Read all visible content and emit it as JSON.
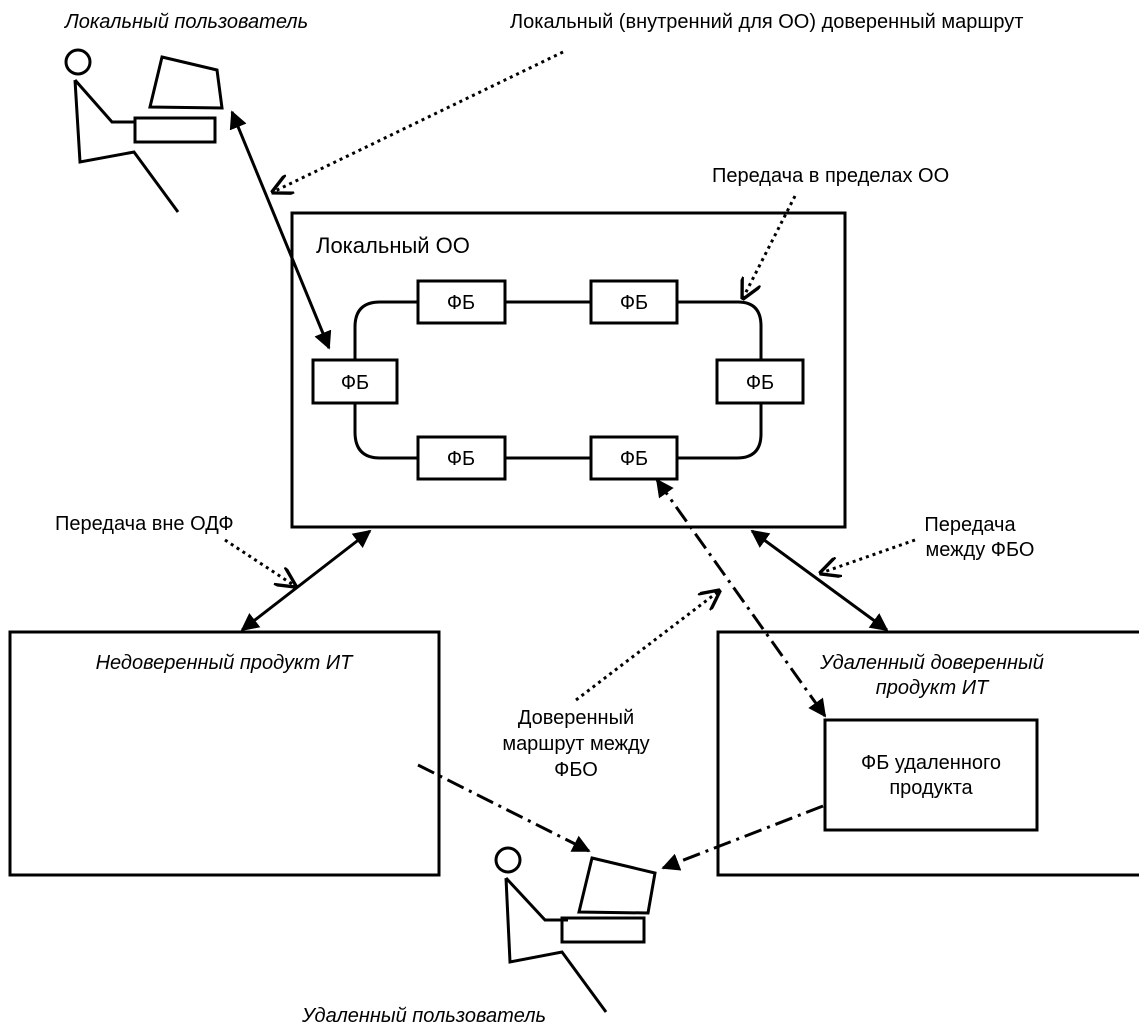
{
  "labels": {
    "local_user": "Локальный пользователь",
    "local_trusted_path": "Локальный (внутренний для ОО) доверенный маршрут",
    "transfer_within_toe": "Передача в пределах ОО",
    "local_toe": "Локальный ОО",
    "transfer_outside_tsc": "Передача вне ОДФ",
    "transfer_between_tsf_line1": "Передача",
    "transfer_between_tsf_line2": "между ФБО",
    "untrusted_it_product": "Недоверенный продукт ИТ",
    "remote_trusted_it_line1": "Удаленный доверенный",
    "remote_trusted_it_line2": "продукт ИТ",
    "trusted_path_line1": "Доверенный",
    "trusted_path_line2": "маршрут между",
    "trusted_path_line3": "ФБО",
    "remote_fb_line1": "ФБ удаленного",
    "remote_fb_line2": "продукта",
    "remote_user": "Удаленный пользователь"
  },
  "fb_label": "ФБ"
}
